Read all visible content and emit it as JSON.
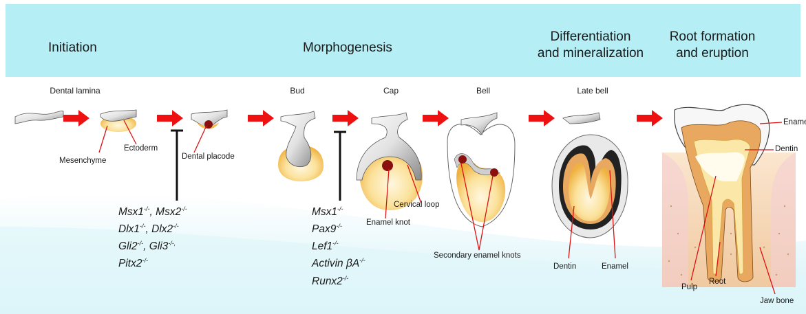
{
  "phases": {
    "initiation": "Initiation",
    "morphogenesis": "Morphogenesis",
    "differentiation": [
      "Differentiation",
      "and mineralization"
    ],
    "root": [
      "Root formation",
      "and eruption"
    ]
  },
  "stages": {
    "dental_lamina": "Dental lamina",
    "bud": "Bud",
    "cap": "Cap",
    "bell": "Bell",
    "late_bell": "Late bell"
  },
  "labels": {
    "ectoderm": "Ectoderm",
    "mesenchyme": "Mesenchyme",
    "dental_placode": "Dental placode",
    "cervical_loop": "Cervical loop",
    "enamel_knot": "Enamel knot",
    "secondary_enamel_knots": "Secondary enamel knots",
    "dentin_late": "Dentin",
    "enamel_late": "Enamel",
    "enamel_root": "Enamel",
    "dentin_root": "Dentin",
    "pulp": "Pulp",
    "root": "Root",
    "jaw_bone": "Jaw bone"
  },
  "genes": {
    "initiation": [
      {
        "gene": "Msx1",
        "sup": "-/-",
        "sep": ", ",
        "gene2": "Msx2",
        "sup2": "-/-"
      },
      {
        "gene": "Dlx1",
        "sup": "-/-",
        "sep": ", ",
        "gene2": "Dlx2",
        "sup2": "-/-"
      },
      {
        "gene": "Gli2",
        "sup": "-/-",
        "sep": ", ",
        "gene2": "Gli3",
        "sup2": "-/-,"
      },
      {
        "gene": "Pitx2",
        "sup": "-/-"
      }
    ],
    "bud": [
      {
        "gene": "Msx1",
        "sup": "-/-"
      },
      {
        "gene": "Pax9",
        "sup": "-/-"
      },
      {
        "gene": "Lef1",
        "sup": "-/-"
      },
      {
        "gene": "Activin βA",
        "sup": "-/-"
      },
      {
        "gene": "Runx2",
        "sup": "-/-"
      }
    ]
  },
  "colors": {
    "header_band": "#b5eef4",
    "arrow": "#ee1111",
    "mesenchyme": "#f1c05a",
    "epithelium": "#d9d9d9",
    "knot": "#8a1010",
    "dentin": "#e8a860",
    "bone": "#f6d9b6"
  }
}
